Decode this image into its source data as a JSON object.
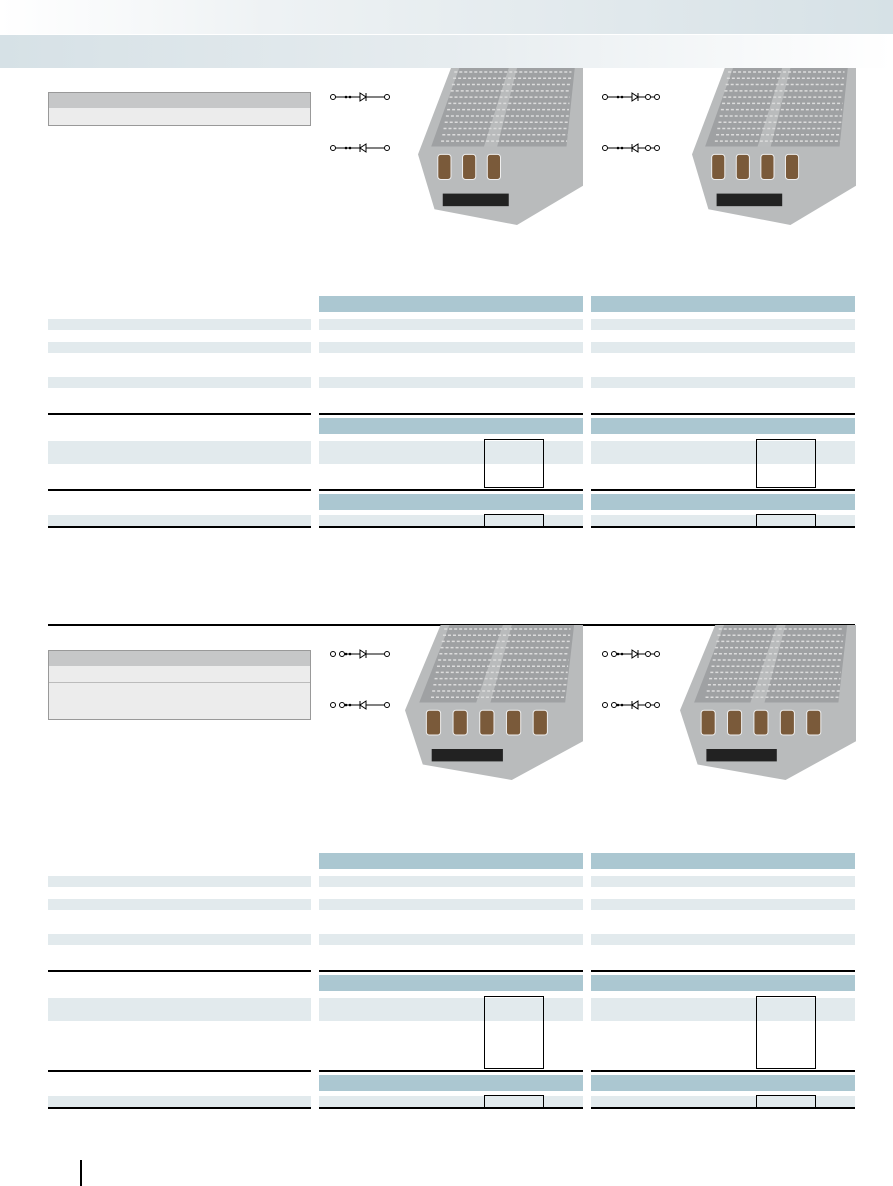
{
  "colors": {
    "header_band": "#abc7d1",
    "row_band": "#e2eaed",
    "gray_box_header": "#c6c7c8",
    "gray_box_body": "#ececec"
  },
  "sections": [
    {
      "symbols": [
        "diode-forward-icon",
        "diode-reverse-icon"
      ],
      "product_images": [
        "terminal-block-2-conductor",
        "terminal-block-3-conductor"
      ]
    },
    {
      "symbols": [
        "diode-forward-icon",
        "diode-reverse-icon"
      ],
      "product_images": [
        "terminal-block-3-conductor-a",
        "terminal-block-4-conductor"
      ]
    }
  ]
}
